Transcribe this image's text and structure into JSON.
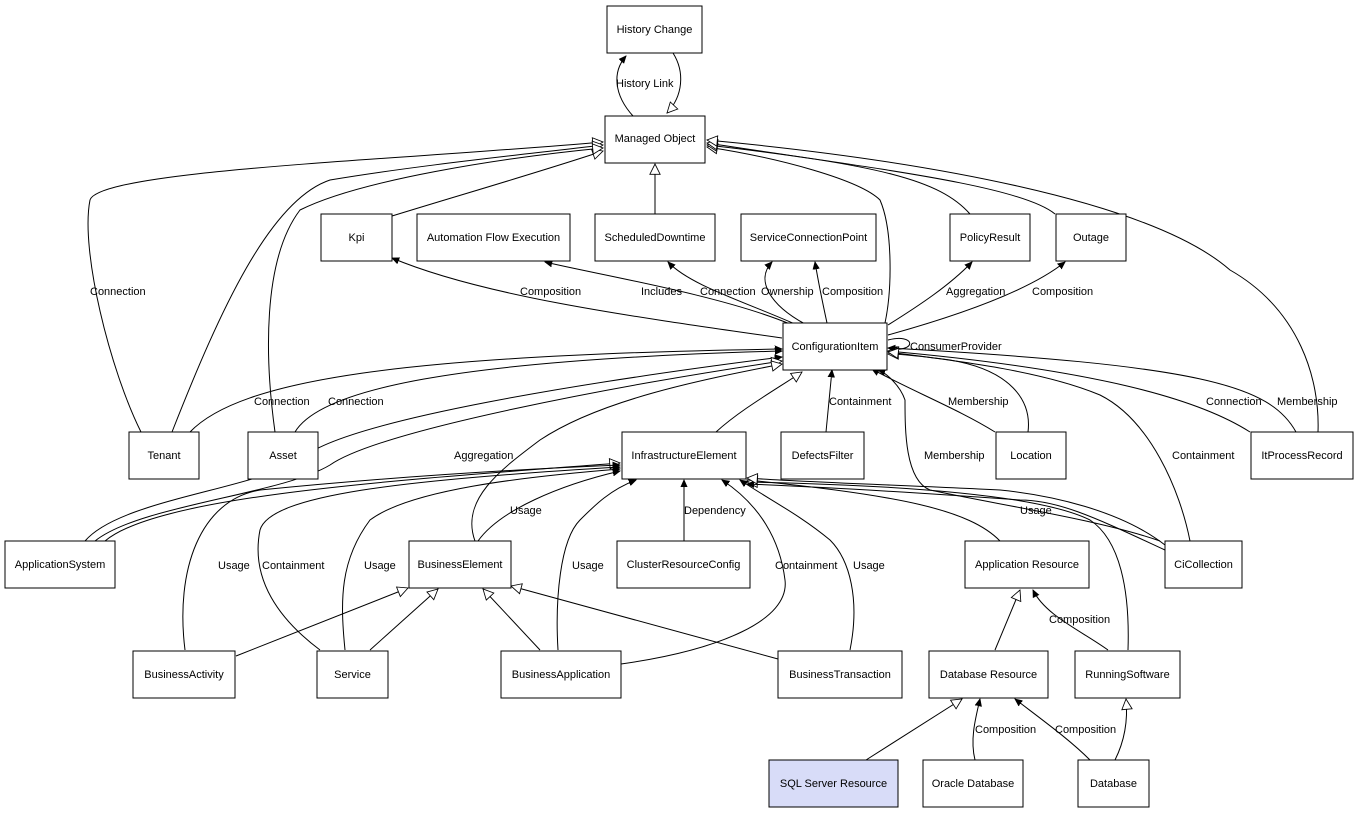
{
  "nodes": {
    "history_change": "History Change",
    "managed_object": "Managed Object",
    "kpi": "Kpi",
    "automation_flow_execution": "Automation Flow Execution",
    "scheduled_downtime": "ScheduledDowntime",
    "service_connection_point": "ServiceConnectionPoint",
    "policy_result": "PolicyResult",
    "outage": "Outage",
    "configuration_item": "ConfigurationItem",
    "tenant": "Tenant",
    "asset": "Asset",
    "infrastructure_element": "InfrastructureElement",
    "defects_filter": "DefectsFilter",
    "location": "Location",
    "it_process_record": "ItProcessRecord",
    "application_system": "ApplicationSystem",
    "business_element": "BusinessElement",
    "cluster_resource_config": "ClusterResourceConfig",
    "application_resource": "Application Resource",
    "ci_collection": "CiCollection",
    "business_activity": "BusinessActivity",
    "service": "Service",
    "business_application": "BusinessApplication",
    "business_transaction": "BusinessTransaction",
    "database_resource": "Database Resource",
    "running_software": "RunningSoftware",
    "sql_server_resource": "SQL Server Resource",
    "oracle_database": "Oracle Database",
    "database": "Database"
  },
  "edge_labels": {
    "history_link": "History Link",
    "tenant_connection": "Connection",
    "kpi_composition": "Composition",
    "afe_includes": "Includes",
    "sd_connection": "Connection",
    "scp_ownership": "Ownership",
    "scp_composition": "Composition",
    "pr_aggregation": "Aggregation",
    "outage_composition": "Composition",
    "consumer_provider": "ConsumerProvider",
    "tenant_ci_connection": "Connection",
    "asset_ci_connection": "Connection",
    "df_containment": "Containment",
    "loc_membership": "Membership",
    "ipr_connection": "Connection",
    "ipr_membership": "Membership",
    "as_aggregation": "Aggregation",
    "cc_membership": "Membership",
    "cc_containment": "Containment",
    "be_usage": "Usage",
    "crc_dependency": "Dependency",
    "cc_usage": "Usage",
    "ba_usage": "Usage",
    "svc_containment": "Containment",
    "svc_usage": "Usage",
    "bapp_usage": "Usage",
    "bapp_containment": "Containment",
    "bt_usage": "Usage",
    "rs_composition": "Composition",
    "od_composition": "Composition",
    "db_composition": "Composition"
  }
}
